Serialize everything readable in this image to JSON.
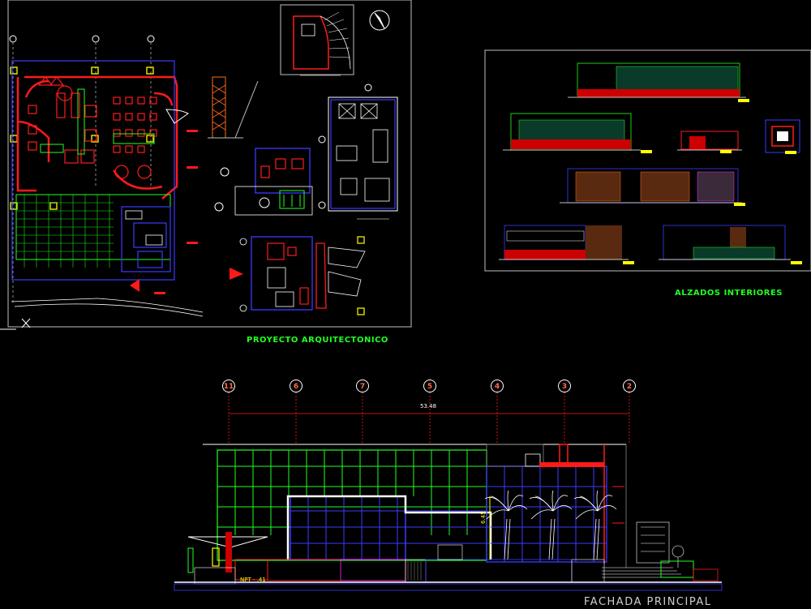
{
  "titles": {
    "proyecto": "PROYECTO ARQUITECTONICO",
    "alzados": "ALZADOS INTERIORES",
    "fachada": "FACHADA PRINCIPAL"
  },
  "facade_grid": [
    "11",
    "6",
    "7",
    "5",
    "4",
    "3",
    "2"
  ],
  "facade_dims": {
    "overall": "53.48",
    "height": "6.45",
    "level": "NPT - .41"
  },
  "colors": {
    "background": "#000000",
    "wall_red": "#ff1a1a",
    "green": "#22ff22",
    "blue": "#3b3bff",
    "cyan": "#00e5ff",
    "white": "#ffffff",
    "yellow": "#ffff00",
    "magenta": "#ff33ff"
  },
  "icons": {
    "north_arrow": "north-arrow-icon",
    "ucs": "ucs-axis-icon"
  }
}
